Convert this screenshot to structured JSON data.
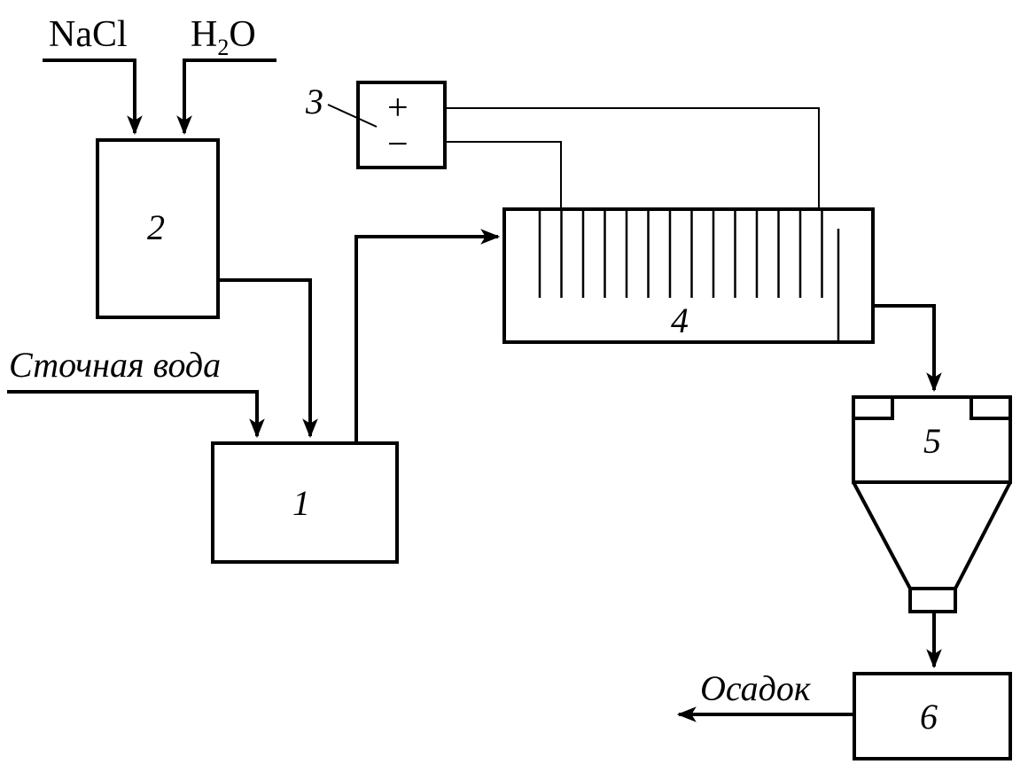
{
  "inputs": {
    "nacl": "NaCl",
    "water_base": "H",
    "water_sub": "2",
    "water_tail": "O",
    "wastewater": "Сточная вода"
  },
  "output": {
    "sludge": "Осадок"
  },
  "power_source": {
    "plus": "+",
    "minus": "−"
  },
  "units": {
    "u1": "1",
    "u2": "2",
    "u3": "3",
    "u4": "4",
    "u5": "5",
    "u6": "6"
  }
}
